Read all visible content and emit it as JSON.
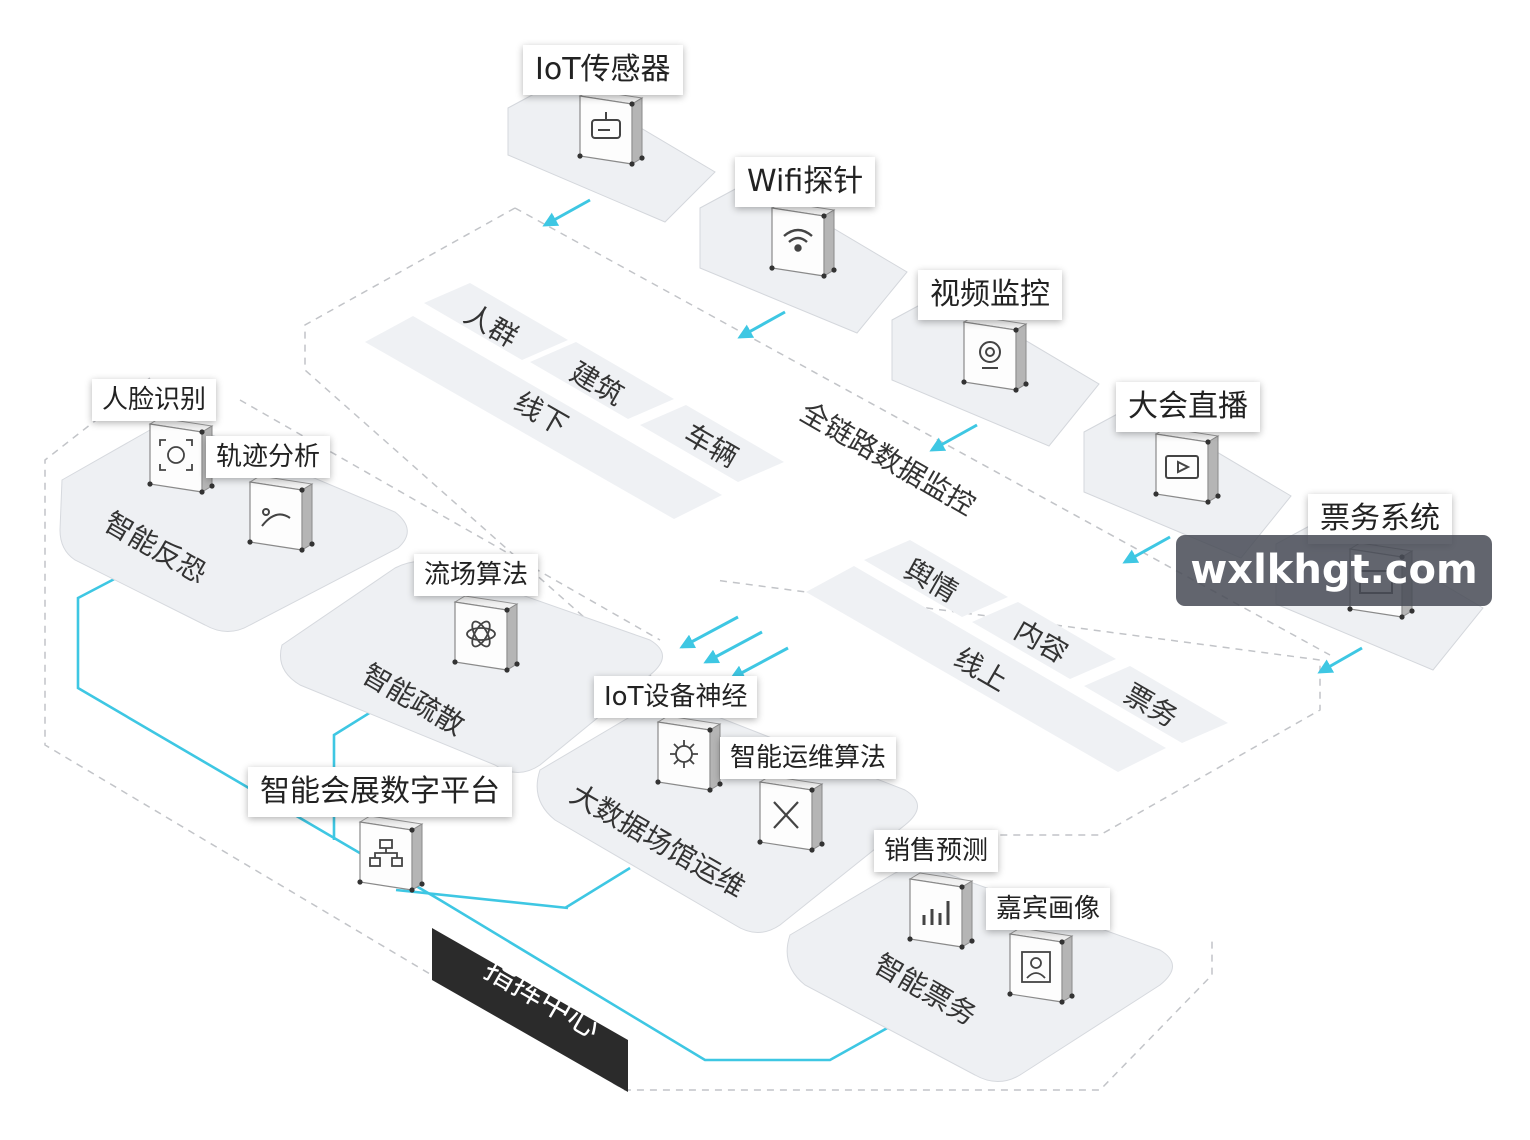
{
  "sources": {
    "iot_sensor": "IoT传感器",
    "wifi_probe": "Wifi探针",
    "video_monitor": "视频监控",
    "live_broadcast": "大会直播",
    "ticketing_system": "票务系统"
  },
  "monitoring": {
    "title": "全链路数据监控",
    "offline": {
      "label": "线下",
      "items": [
        "人群",
        "建筑",
        "车辆"
      ]
    },
    "online": {
      "label": "线上",
      "items": [
        "舆情",
        "内容",
        "票务"
      ]
    }
  },
  "modules": {
    "anti_terror": {
      "title": "智能反恐",
      "functions": [
        "人脸识别",
        "轨迹分析"
      ]
    },
    "crowd": {
      "title": "智能疏散",
      "functions": [
        "流场算法"
      ]
    },
    "venue_ops": {
      "title": "大数据场馆运维",
      "functions": [
        "IoT设备神经",
        "智能运维算法"
      ]
    },
    "ticketing": {
      "title": "智能票务",
      "functions": [
        "销售预测",
        "嘉宾画像"
      ]
    }
  },
  "platform": "智能会展数字平台",
  "command_center": "指挥中心",
  "watermark": "wxlkhgt.com",
  "colors": {
    "accent": "#3ec7e3",
    "tile": "#eff1f4",
    "dash": "#c2c4c8",
    "dark": "#2b2b2b"
  }
}
